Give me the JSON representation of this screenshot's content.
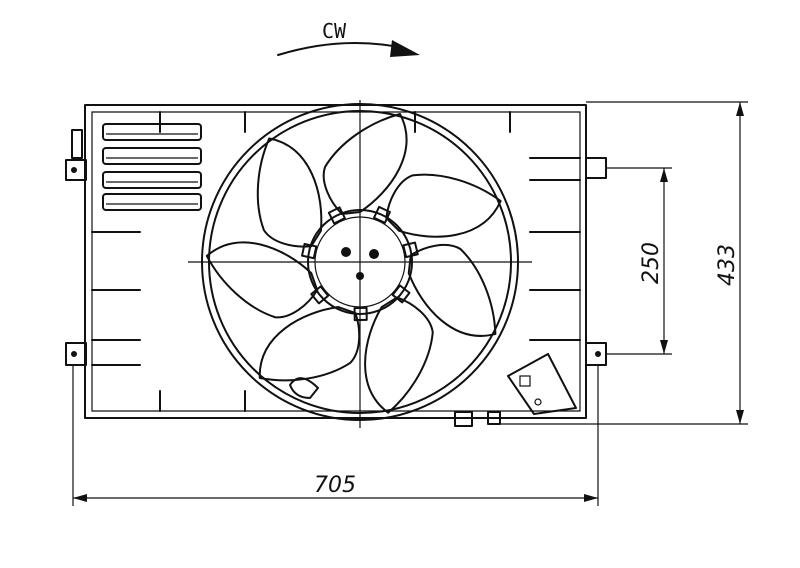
{
  "rotation": {
    "label": "CW"
  },
  "dimensions": {
    "width": "705",
    "height_total": "433",
    "mount_spacing": "250"
  }
}
